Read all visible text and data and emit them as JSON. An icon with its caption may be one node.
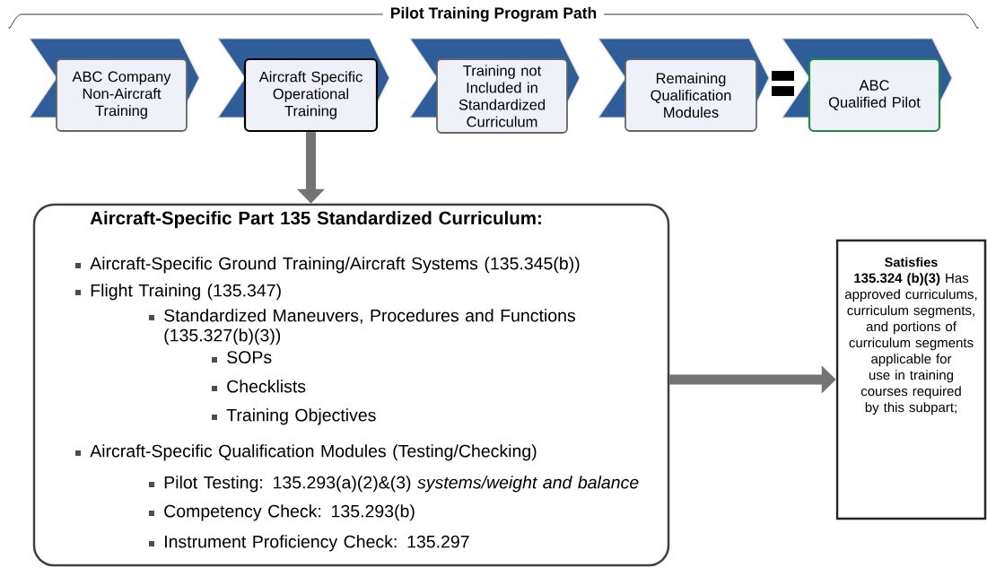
{
  "diagram": {
    "title": "Pilot Training Program Path",
    "nodes": [
      {
        "text": [
          "ABC Company Non-Aircraft Training"
        ]
      },
      {
        "text": [
          "Aircraft Specific Operational Training"
        ]
      },
      {
        "text": [
          "Training not Included in Standardized Curriculum"
        ]
      },
      {
        "text": [
          "Remaining Qualification Modules"
        ]
      },
      {
        "text": [
          "ABC Qualified Pilot"
        ]
      },
      {
        "text": [
          "Aircraft-Specific Part 135 Standardized Curriculum:",
          "Aircraft-Specific Ground Training/Aircraft Systems (135.345(b))",
          "Flight Training (135.347)",
          "Standardized Maneuvers, Procedures and Functions (135.327(b)(3))",
          "SOPs",
          "Checklists",
          "Training Objectives",
          "Aircraft-Specific Qualification Modules (Testing/Checking)",
          "Pilot Testing: 135.293(a)(2)&(3) *systems/weight and balance*",
          "Competency Check: 135.293(b)",
          "Instrument Proficiency Check: 135.297"
        ]
      },
      {
        "text": [
          "Satisfies",
          "**135.324 (b)(3)** Has approved curriculums, curriculum segments, and portions of curriculum segments applicable for use in training courses required by this subpart;"
        ]
      }
    ],
    "edges": [
      {
        "from": 1,
        "to": 5,
        "arrow": "to"
      },
      {
        "from": 5,
        "to": 6,
        "arrow": "to"
      }
    ]
  }
}
